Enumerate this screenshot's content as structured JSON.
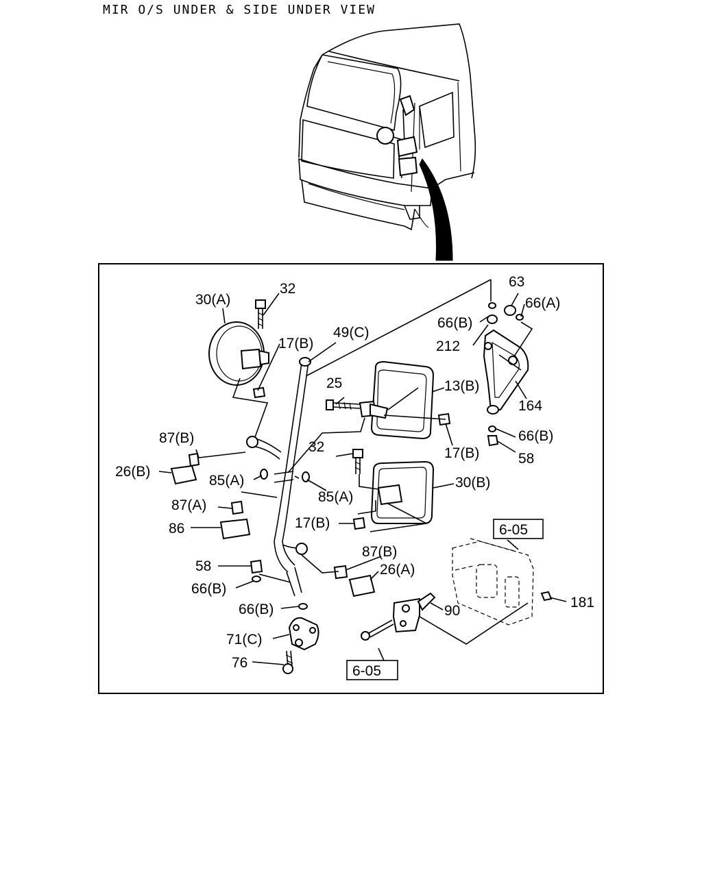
{
  "title": "MIR O/S UNDER & SIDE UNDER VIEW",
  "labels": {
    "l30a": "30(A)",
    "l32a": "32",
    "l17b_a": "17(B)",
    "l49c": "49(C)",
    "l63": "63",
    "l66a": "66(A)",
    "l66b_a": "66(B)",
    "l212": "212",
    "l25": "25",
    "l13b": "13(B)",
    "l164": "164",
    "l66b_b": "66(B)",
    "l58a": "58",
    "l87b_a": "87(B)",
    "l17b_b": "17(B)",
    "l26b": "26(B)",
    "l85a_a": "85(A)",
    "l32b": "32",
    "l85a_b": "85(A)",
    "l30b": "30(B)",
    "l87a": "87(A)",
    "l17b_c": "17(B)",
    "l86": "86",
    "l87b_b": "87(B)",
    "l58b": "58",
    "l26a": "26(A)",
    "l66b_c": "66(B)",
    "l66b_d": "66(B)",
    "l90": "90",
    "l181": "181",
    "l71c": "71(C)",
    "l76": "76"
  },
  "refs": {
    "ref_top": "6-05",
    "ref_bottom": "6-05"
  }
}
